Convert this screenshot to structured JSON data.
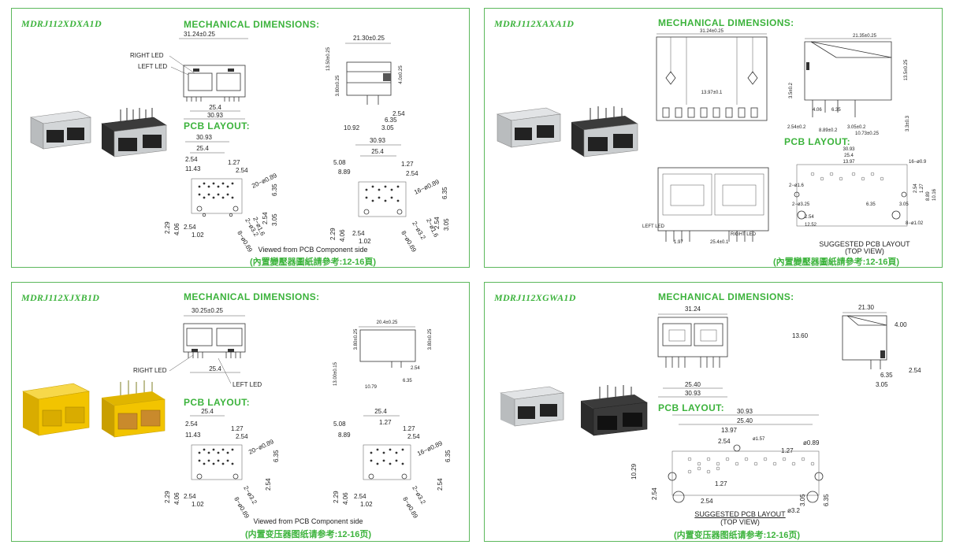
{
  "colors": {
    "accent": "#3cb33c",
    "border": "#5cb85c",
    "yellow": "#f2c400",
    "metal": "#c9ccce",
    "dark": "#2b2b2b"
  },
  "labels": {
    "mech": "MECHANICAL DIMENSIONS:",
    "pcb": "PCB LAYOUT:",
    "viewed": "Viewed from PCB Component side",
    "ref_trad": "(內置變壓器圖紙請參考:12-16頁)",
    "ref_simp": "(内置变压器图纸请参考:12-16页)",
    "suggested": "SUGGESTED PCB LAYOUT",
    "topview": "(TOP VIEW)",
    "right_led": "RIGHT LED",
    "left_led": "LEFT LED"
  },
  "panels": [
    {
      "model": "MDRJ112XDXA1D",
      "dims": {
        "w": "31.24±0.25",
        "a": "25.4",
        "b": "30.93",
        "side_w": "21.30±0.25",
        "h1": "13.50±0.25",
        "h2": "3.80±0.25",
        "h3": "4.0±0.25",
        "s1": "2.54",
        "s2": "6.35",
        "s3": "10.92",
        "s4": "3.05"
      },
      "pcb": {
        "l1": "30.93",
        "l2": "25.4",
        "l3": "2.54",
        "l4": "11.43",
        "l5": "1.27",
        "l6": "2.54",
        "l7": "20−ø0.89",
        "l8": "6.35",
        "l9": "2.29",
        "l10": "4.06",
        "l11": "2.54",
        "l12": "1.02",
        "l13": "2−ø1.6",
        "l14": "8−ø0.89",
        "l15": "2−ø3.2",
        "l16": "3.05",
        "l17": "2.54",
        "r1": "30.93",
        "r2": "25.4",
        "r3": "5.08",
        "r4": "8.89",
        "r5": "1.27",
        "r6": "2.54",
        "r7": "16−ø0.89",
        "r8": "6.35",
        "r9": "2.29",
        "r10": "4.06",
        "r11": "2.54",
        "r12": "1.02",
        "r13": "2−ø1.6",
        "r14": "8−ø0.89",
        "r15": "2−ø3.2",
        "r16": "3.05",
        "r17": "2.54"
      }
    },
    {
      "model": "MDRJ112XAXA1D",
      "dims": {
        "w": "31.24±0.25",
        "side_w": "21.35±0.25",
        "h": "13.5±0.25",
        "x1": "13.97±0.1",
        "x2": "3.5±0.2",
        "x3": "2.54±0.2",
        "x4": "8.89±0.2",
        "x5": "3.05±0.2",
        "x6": "10.73±0.25",
        "x7": "3.3±0.3",
        "x8": "4.06",
        "x9": "6.35"
      },
      "pcb": {
        "t1": "30.93",
        "t2": "25.4",
        "t3": "13.97",
        "t4": "16−ø0.9",
        "t5": "2−ø1.6",
        "t6": "2−ø3.25",
        "t7": "2.54",
        "t8": "12.52",
        "t9": "8−ø1.02",
        "t10": "2.54",
        "t11": "1.27",
        "t12": "8.89",
        "t13": "10.16",
        "t14": "3.05",
        "t15": "6.35"
      },
      "leds": {
        "left": "LEFT LED",
        "right": "RIGHT LED",
        "l1": "1.97",
        "l2": "25.4±0.1"
      }
    },
    {
      "model": "MDRJ112XJXB1D",
      "dims": {
        "w": "30.25±0.25",
        "a": "25.4",
        "side_w": "20.4±0.25",
        "h1": "3.80±0.25",
        "h2": "13.00±0.15",
        "h3": "3.80±0.25",
        "s1": "2.54",
        "s2": "6.35",
        "s3": "10.79"
      },
      "pcb": {
        "l1": "25.4",
        "l2": "2.54",
        "l3": "11.43",
        "l4": "1.27",
        "l5": "2.54",
        "l6": "20−ø0.89",
        "l7": "6.35",
        "l8": "2.29",
        "l9": "4.06",
        "l10": "2.54",
        "l11": "1.02",
        "l12": "8−ø0.89",
        "l13": "2−ø3.2",
        "l14": "2.54",
        "r1": "25.4",
        "r2": "5.08",
        "r3": "1.27",
        "r4": "8.89",
        "r5": "1.27",
        "r6": "2.54",
        "r7": "16−ø0.89",
        "r8": "6.35",
        "r9": "2.29",
        "r10": "4.06",
        "r11": "2.54",
        "r12": "1.02",
        "r13": "8−ø0.89",
        "r14": "2−ø3.2",
        "r15": "2.54"
      }
    },
    {
      "model": "MDRJ112XGWA1D",
      "dims": {
        "w": "31.24",
        "side_w": "21.30",
        "h": "13.60",
        "a": "25.40",
        "b": "30.93",
        "s1": "4.00",
        "s2": "6.35",
        "s3": "2.54",
        "s4": "3.05"
      },
      "pcb": {
        "l1": "30.93",
        "l2": "25.40",
        "l3": "13.97",
        "l4": "ø1.57",
        "l5": "2.54",
        "l6": "1.27",
        "l7": "ø0.89",
        "l8": "10.29",
        "l9": "2.54",
        "l10": "1.27",
        "l11": "2.54",
        "l12": "ø3.2",
        "l13": "3.05",
        "l14": "6.35"
      }
    }
  ]
}
